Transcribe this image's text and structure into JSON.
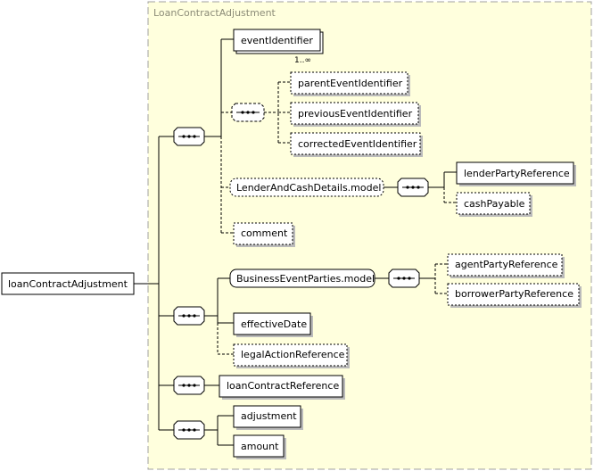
{
  "group": {
    "title": "LoanContractAdjustment"
  },
  "root": {
    "label": "loanContractAdjustment"
  },
  "elements": {
    "event_identifier": "eventIdentifier",
    "event_identifier_multiplicity": "1..∞",
    "parent_event_identifier": "parentEventIdentifier",
    "previous_event_identifier": "previousEventIdentifier",
    "corrected_event_identifier": "correctedEventIdentifier",
    "lender_and_cash_details_model": "LenderAndCashDetails.model",
    "lender_party_reference": "lenderPartyReference",
    "cash_payable": "cashPayable",
    "comment": "comment",
    "business_event_parties_model": "BusinessEventParties.model",
    "agent_party_reference": "agentPartyReference",
    "borrower_party_reference": "borrowerPartyReference",
    "effective_date": "effectiveDate",
    "legal_action_reference": "legalActionReference",
    "loan_contract_reference": "loanContractReference",
    "adjustment": "adjustment",
    "amount": "amount"
  },
  "colors": {
    "group_fill": "#ffffdd",
    "group_border": "#a0a0a0",
    "node_fill": "#ffffff",
    "compositor_fill": "#ffffff",
    "line": "#000000"
  }
}
